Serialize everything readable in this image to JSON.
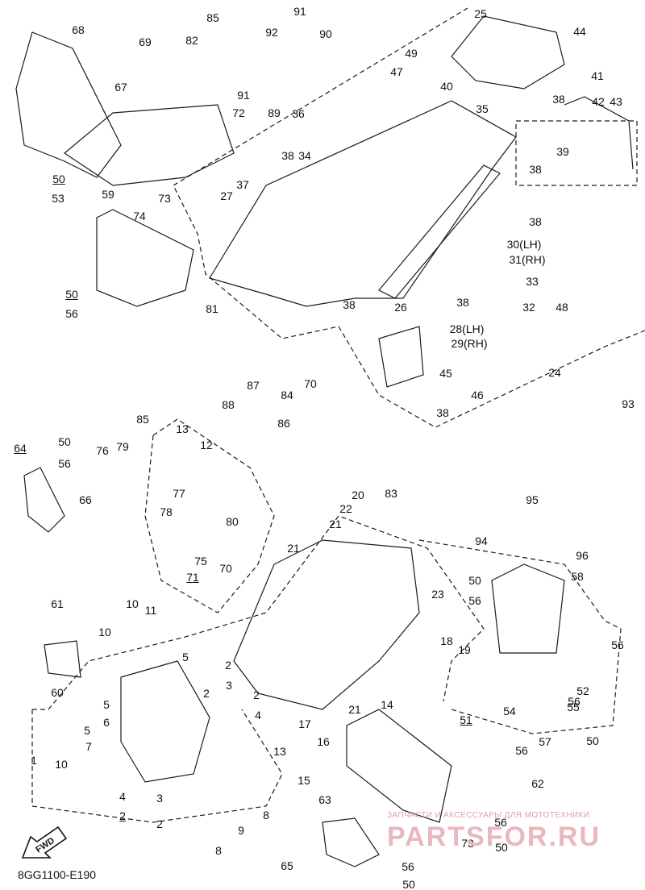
{
  "diagram": {
    "code": "8GG1100-E190",
    "fwd_label": "FWD",
    "watermark": {
      "caption": "ЗАПЧАСТИ И АКСЕССУАРЫ ДЛЯ МОТОТЕХНИКИ",
      "brand": "PARTSFOR.RU"
    },
    "callouts": [
      {
        "text": "68"
      },
      {
        "text": "69"
      },
      {
        "text": "85"
      },
      {
        "text": "82"
      },
      {
        "text": "91"
      },
      {
        "text": "92"
      },
      {
        "text": "90"
      },
      {
        "text": "25"
      },
      {
        "text": "44"
      },
      {
        "text": "67"
      },
      {
        "text": "47"
      },
      {
        "text": "49"
      },
      {
        "text": "40"
      },
      {
        "text": "91"
      },
      {
        "text": "72"
      },
      {
        "text": "89"
      },
      {
        "text": "36"
      },
      {
        "text": "35"
      },
      {
        "text": "41"
      },
      {
        "text": "42"
      },
      {
        "text": "43"
      },
      {
        "text": "38"
      },
      {
        "text": "38"
      },
      {
        "text": "34"
      },
      {
        "text": "39"
      },
      {
        "text": "50"
      },
      {
        "text": "53"
      },
      {
        "text": "59"
      },
      {
        "text": "73"
      },
      {
        "text": "74"
      },
      {
        "text": "27"
      },
      {
        "text": "37"
      },
      {
        "text": "38"
      },
      {
        "text": "38"
      },
      {
        "text": "30(LH)"
      },
      {
        "text": "31(RH)"
      },
      {
        "text": "33"
      },
      {
        "text": "32"
      },
      {
        "text": "48"
      },
      {
        "text": "50"
      },
      {
        "text": "56"
      },
      {
        "text": "81"
      },
      {
        "text": "38"
      },
      {
        "text": "26"
      },
      {
        "text": "38"
      },
      {
        "text": "28(LH)"
      },
      {
        "text": "29(RH)"
      },
      {
        "text": "45"
      },
      {
        "text": "46"
      },
      {
        "text": "38"
      },
      {
        "text": "24"
      },
      {
        "text": "93"
      },
      {
        "text": "84"
      },
      {
        "text": "70"
      },
      {
        "text": "87"
      },
      {
        "text": "88"
      },
      {
        "text": "86"
      },
      {
        "text": "85"
      },
      {
        "text": "13"
      },
      {
        "text": "12"
      },
      {
        "text": "64"
      },
      {
        "text": "50"
      },
      {
        "text": "56"
      },
      {
        "text": "76"
      },
      {
        "text": "79"
      },
      {
        "text": "66"
      },
      {
        "text": "77"
      },
      {
        "text": "78"
      },
      {
        "text": "80"
      },
      {
        "text": "20"
      },
      {
        "text": "83"
      },
      {
        "text": "22"
      },
      {
        "text": "21"
      },
      {
        "text": "95"
      },
      {
        "text": "94"
      },
      {
        "text": "96"
      },
      {
        "text": "75"
      },
      {
        "text": "21"
      },
      {
        "text": "70"
      },
      {
        "text": "71"
      },
      {
        "text": "50"
      },
      {
        "text": "56"
      },
      {
        "text": "58"
      },
      {
        "text": "61"
      },
      {
        "text": "10"
      },
      {
        "text": "11"
      },
      {
        "text": "23"
      },
      {
        "text": "10"
      },
      {
        "text": "60"
      },
      {
        "text": "5"
      },
      {
        "text": "18"
      },
      {
        "text": "19"
      },
      {
        "text": "56"
      },
      {
        "text": "2"
      },
      {
        "text": "3"
      },
      {
        "text": "52"
      },
      {
        "text": "2"
      },
      {
        "text": "56"
      },
      {
        "text": "5"
      },
      {
        "text": "6"
      },
      {
        "text": "51"
      },
      {
        "text": "54"
      },
      {
        "text": "55"
      },
      {
        "text": "2"
      },
      {
        "text": "4"
      },
      {
        "text": "21"
      },
      {
        "text": "14"
      },
      {
        "text": "5"
      },
      {
        "text": "17"
      },
      {
        "text": "57"
      },
      {
        "text": "1"
      },
      {
        "text": "7"
      },
      {
        "text": "16"
      },
      {
        "text": "13"
      },
      {
        "text": "56"
      },
      {
        "text": "50"
      },
      {
        "text": "10"
      },
      {
        "text": "15"
      },
      {
        "text": "62"
      },
      {
        "text": "4"
      },
      {
        "text": "2"
      },
      {
        "text": "3"
      },
      {
        "text": "2"
      },
      {
        "text": "9"
      },
      {
        "text": "8"
      },
      {
        "text": "63"
      },
      {
        "text": "56"
      },
      {
        "text": "8"
      },
      {
        "text": "73"
      },
      {
        "text": "50"
      },
      {
        "text": "65"
      },
      {
        "text": "56"
      },
      {
        "text": "50"
      }
    ]
  }
}
